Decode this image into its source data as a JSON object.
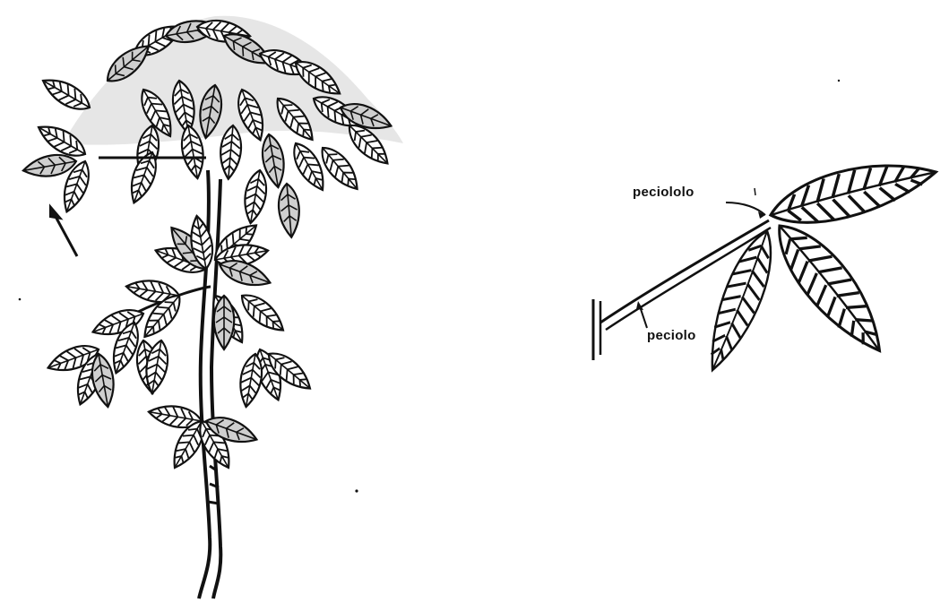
{
  "labels": {
    "petiolule": "peciololo",
    "petiole": "peciolo"
  },
  "colors": {
    "ink": "#111111",
    "paper": "#ffffff",
    "shade": "#8a8a8a"
  },
  "illustrations": [
    {
      "name": "whole-plant",
      "icon": "plant-icon"
    },
    {
      "name": "trifoliate-leaf",
      "icon": "leaf-icon"
    }
  ]
}
